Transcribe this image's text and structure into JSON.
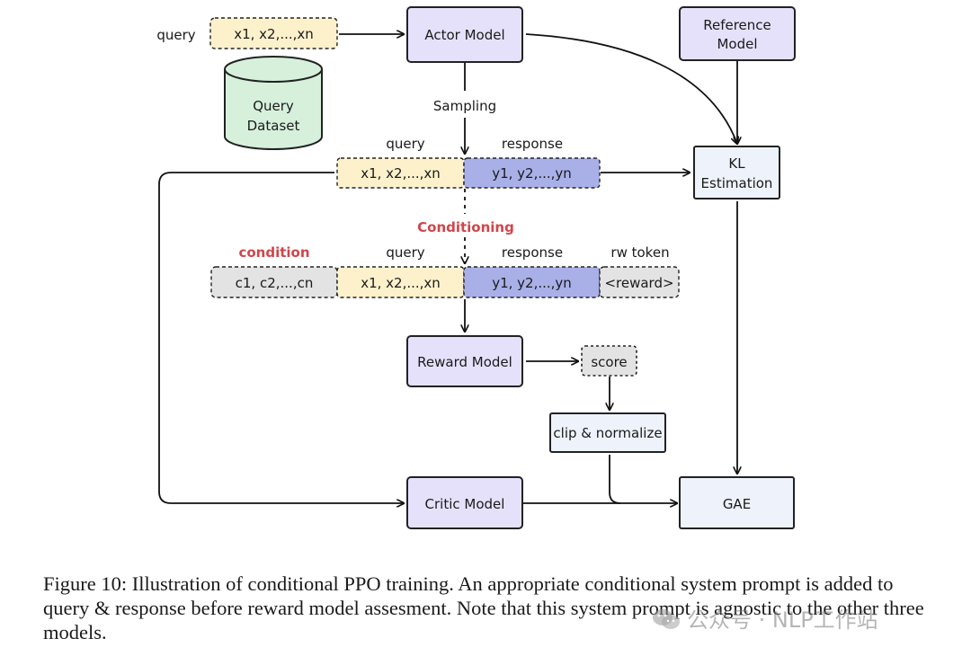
{
  "diagram": {
    "query_label": "query",
    "query_input": "x1, x2,...,xn",
    "actor_model": "Actor Model",
    "reference_model": [
      "Reference",
      "Model"
    ],
    "query_dataset": [
      "Query",
      "Dataset"
    ],
    "sampling": "Sampling",
    "row1": {
      "query_header": "query",
      "response_header": "response",
      "query_tokens": "x1, x2,...,xn",
      "response_tokens": "y1, y2,...,yn"
    },
    "kl_estimation": [
      "KL",
      "Estimation"
    ],
    "conditioning": "Conditioning",
    "row2": {
      "condition_header": "condition",
      "query_header": "query",
      "response_header": "response",
      "rw_header": "rw token",
      "condition_tokens": "c1, c2,...,cn",
      "query_tokens": "x1, x2,...,xn",
      "response_tokens": "y1, y2,...,yn",
      "reward_token": "<reward>"
    },
    "reward_model": "Reward Model",
    "score": "score",
    "clip_normalize": "clip & normalize",
    "critic_model": "Critic Model",
    "gae": "GAE"
  },
  "caption": "Figure 10: Illustration of conditional PPO training. An appropriate conditional system prompt is added to query & response before reward model assesment. Note that this system prompt is agnostic to the other three models.",
  "watermark": "公众号 · NLP工作站",
  "colors": {
    "model_fill": "#e6e1fb",
    "query_fill": "#fdf1cc",
    "response_fill": "#a9b0e8",
    "dataset_fill": "#d6f0dc",
    "gray_fill": "#e3e3e3",
    "light_box": "#eef3fb",
    "accent_red": "#d0464a"
  }
}
